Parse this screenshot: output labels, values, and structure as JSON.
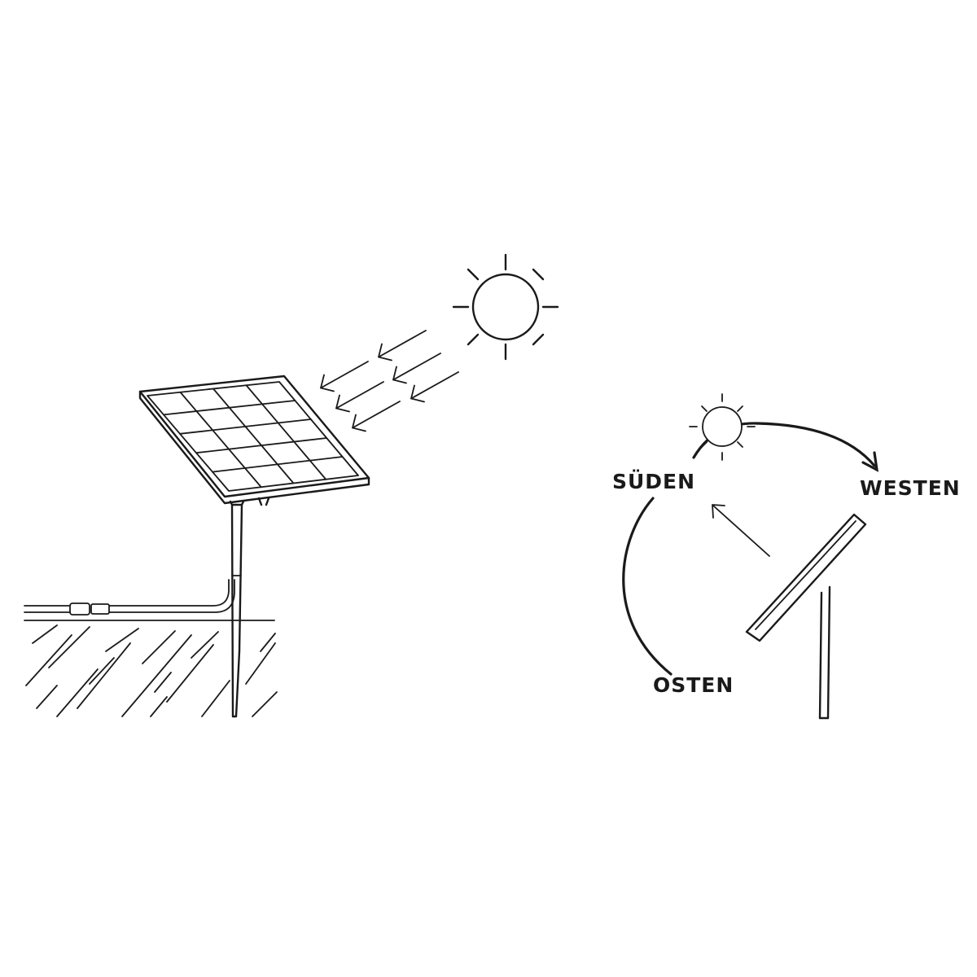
{
  "directions": {
    "south": "SÜDEN",
    "west": "WESTEN",
    "east": "OSTEN"
  },
  "icons": [
    "sun-icon",
    "solar-panel",
    "compass-arc",
    "ground-stake"
  ],
  "colors": {
    "line": "#1a1a1a",
    "background": "#ffffff"
  }
}
